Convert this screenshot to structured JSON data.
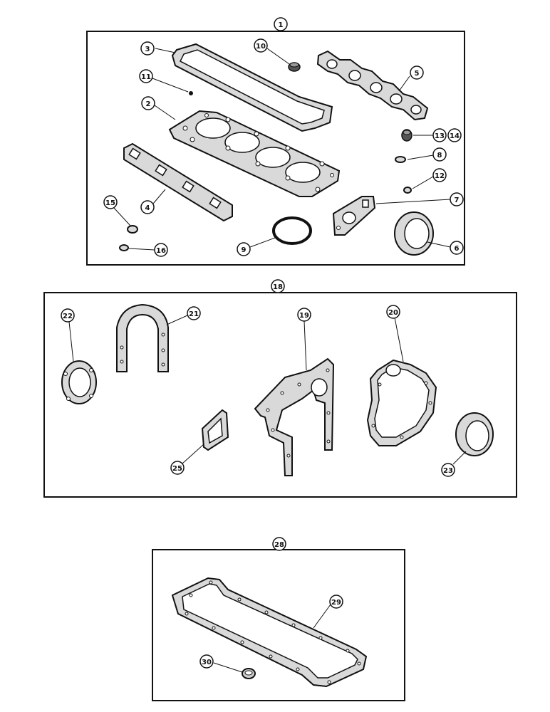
{
  "diagram": {
    "groups": [
      {
        "label": "1",
        "parts": [
          "2",
          "3",
          "4",
          "5",
          "6",
          "7",
          "8",
          "9",
          "10",
          "11",
          "12",
          "13",
          "14",
          "15",
          "16"
        ]
      },
      {
        "label": "18",
        "parts": [
          "19",
          "20",
          "21",
          "22",
          "23",
          "25"
        ]
      },
      {
        "label": "28",
        "parts": [
          "29",
          "30"
        ]
      }
    ],
    "callouts": {
      "c1": "1",
      "c2": "2",
      "c3": "3",
      "c4": "4",
      "c5": "5",
      "c6": "6",
      "c7": "7",
      "c8": "8",
      "c9": "9",
      "c10": "10",
      "c11": "11",
      "c12": "12",
      "c13": "13",
      "c14": "14",
      "c15": "15",
      "c16": "16",
      "c18": "18",
      "c19": "19",
      "c20": "20",
      "c21": "21",
      "c22": "22",
      "c23": "23",
      "c25": "25",
      "c28": "28",
      "c29": "29",
      "c30": "30"
    }
  }
}
